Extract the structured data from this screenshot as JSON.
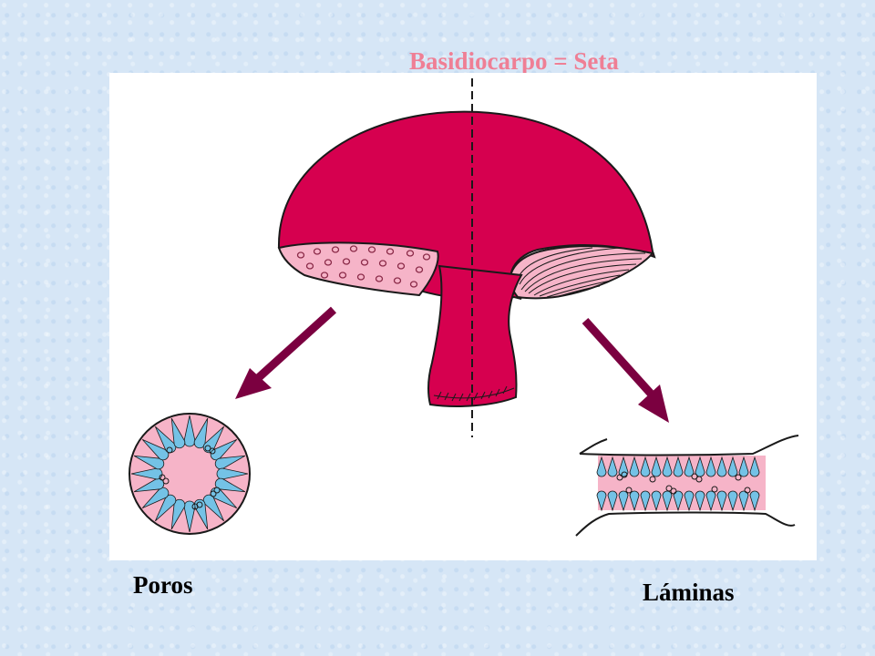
{
  "diagram": {
    "title": "Basidiocarpo = Seta",
    "labels": {
      "poros": "Poros",
      "laminas": "Láminas"
    }
  },
  "colors": {
    "title": "#ef7f95",
    "cap": "#d6004f",
    "hymenium": "#f6b4c8",
    "basidia": "#74c2e6",
    "arrow": "#7b0040",
    "outline": "#1a1a1a"
  }
}
